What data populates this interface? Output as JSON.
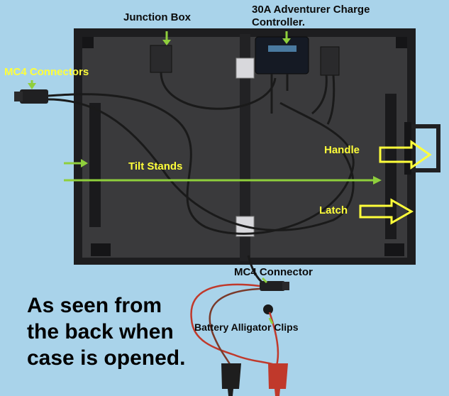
{
  "labels": {
    "junction_box": "Junction Box",
    "controller_line1": "30A Adventurer Charge",
    "controller_line2": "Controller.",
    "mc4_connectors": "MC4 Connectors",
    "tilt_stands": "Tilt Stands",
    "handle": "Handle",
    "latch": "Latch",
    "mc4_connector": "MC4 Connector",
    "battery_clips": "Battery Alligator Clips"
  },
  "caption": {
    "line1": "As seen from",
    "line2": "the back when",
    "line3": "case is opened."
  },
  "colors": {
    "background": "#a9d3ea",
    "panel": "#3a3a3c",
    "frame": "#1d1d1f",
    "label_yellow": "#ffff3a",
    "arrow_green": "#8fcf3c",
    "cable_red": "#c0392b",
    "cable_dark": "#1a1a1a"
  }
}
